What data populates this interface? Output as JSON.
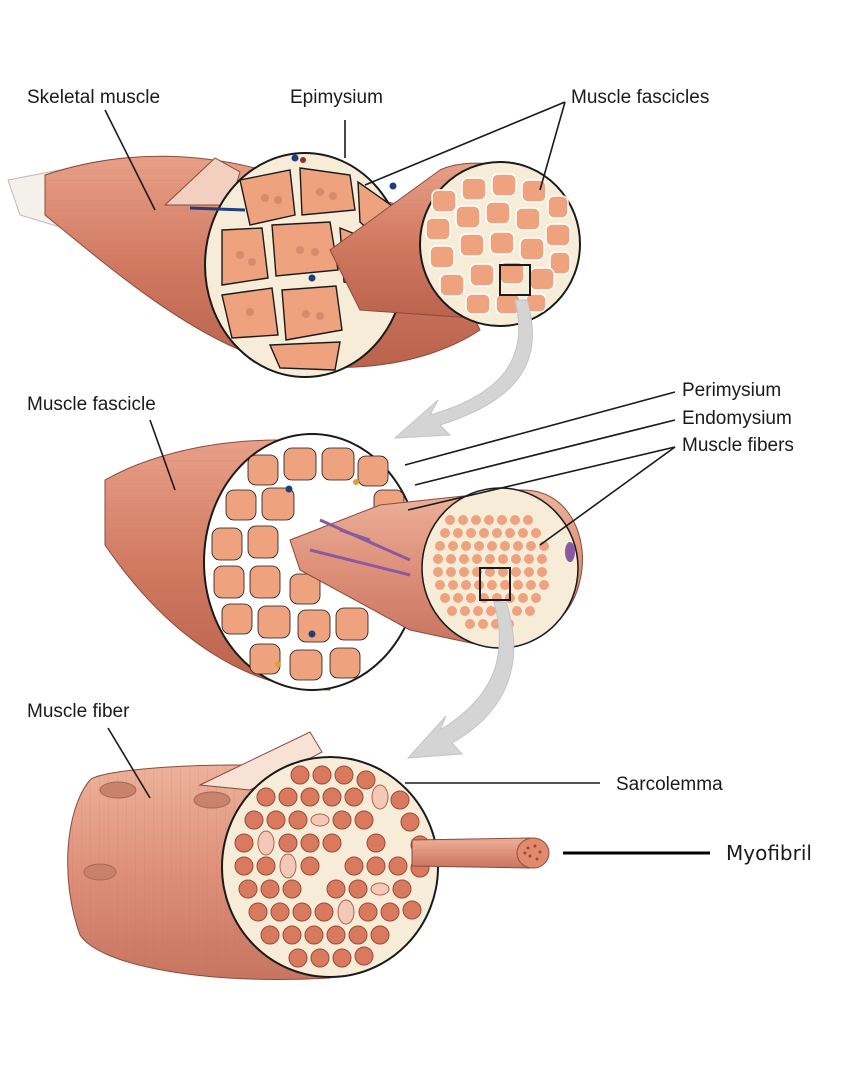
{
  "labels": {
    "skeletal_muscle": "Skeletal muscle",
    "epimysium": "Epimysium",
    "muscle_fascicles": "Muscle fascicles",
    "muscle_fascicle": "Muscle fascicle",
    "perimysium": "Perimysium",
    "endomysium": "Endomysium",
    "muscle_fibers": "Muscle fibers",
    "muscle_fiber": "Muscle fiber",
    "sarcolemma": "Sarcolemma",
    "myofibril": "Myofibril"
  },
  "colors": {
    "muscle": "#d9826a",
    "muscle_dark": "#b8604a",
    "fascicle_fill": "#eea27e",
    "connective": "#f6ecd8",
    "outline": "#1a1a1a",
    "arrow": "#d4d4d4",
    "nerve": "#1f3f7a",
    "vessel": "#9a2a2a"
  }
}
